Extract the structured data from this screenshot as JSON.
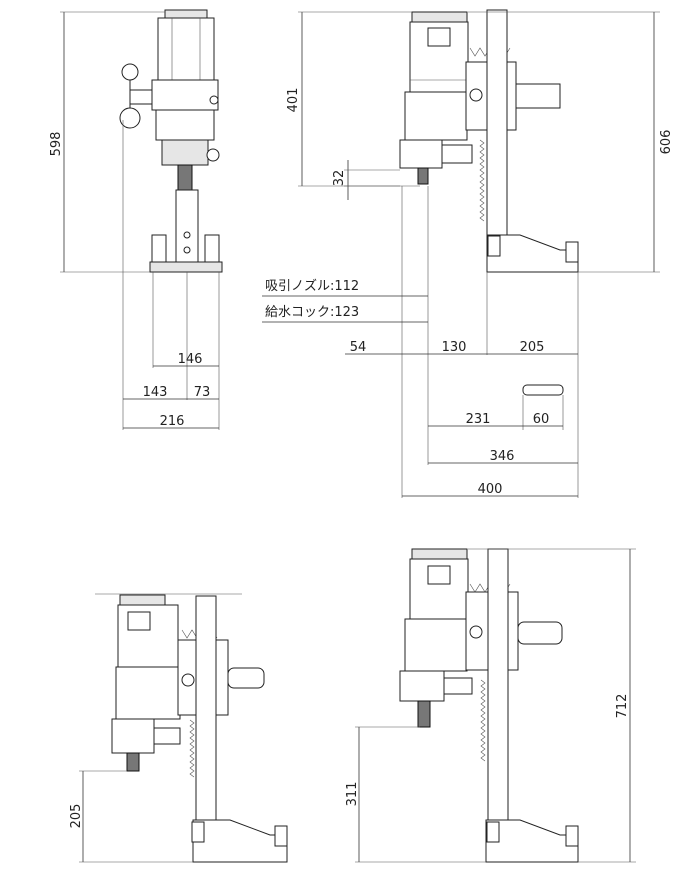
{
  "dims": {
    "front_height": "598",
    "front_base_width": "146",
    "front_left_offset": "143",
    "front_right_offset": "73",
    "front_total_width": "216",
    "side_motor_height": "401",
    "side_spindle_height": "32",
    "side_total_height": "606",
    "suction_nozzle": "吸引ノズル:112",
    "water_cock": "給水コック:123",
    "side_left_offset": "54",
    "side_mid_offset": "130",
    "side_base_right": "205",
    "side_231": "231",
    "side_60": "60",
    "side_346": "346",
    "side_400": "400",
    "bl_height": "205",
    "br_low_height": "311",
    "br_total_height": "712"
  }
}
